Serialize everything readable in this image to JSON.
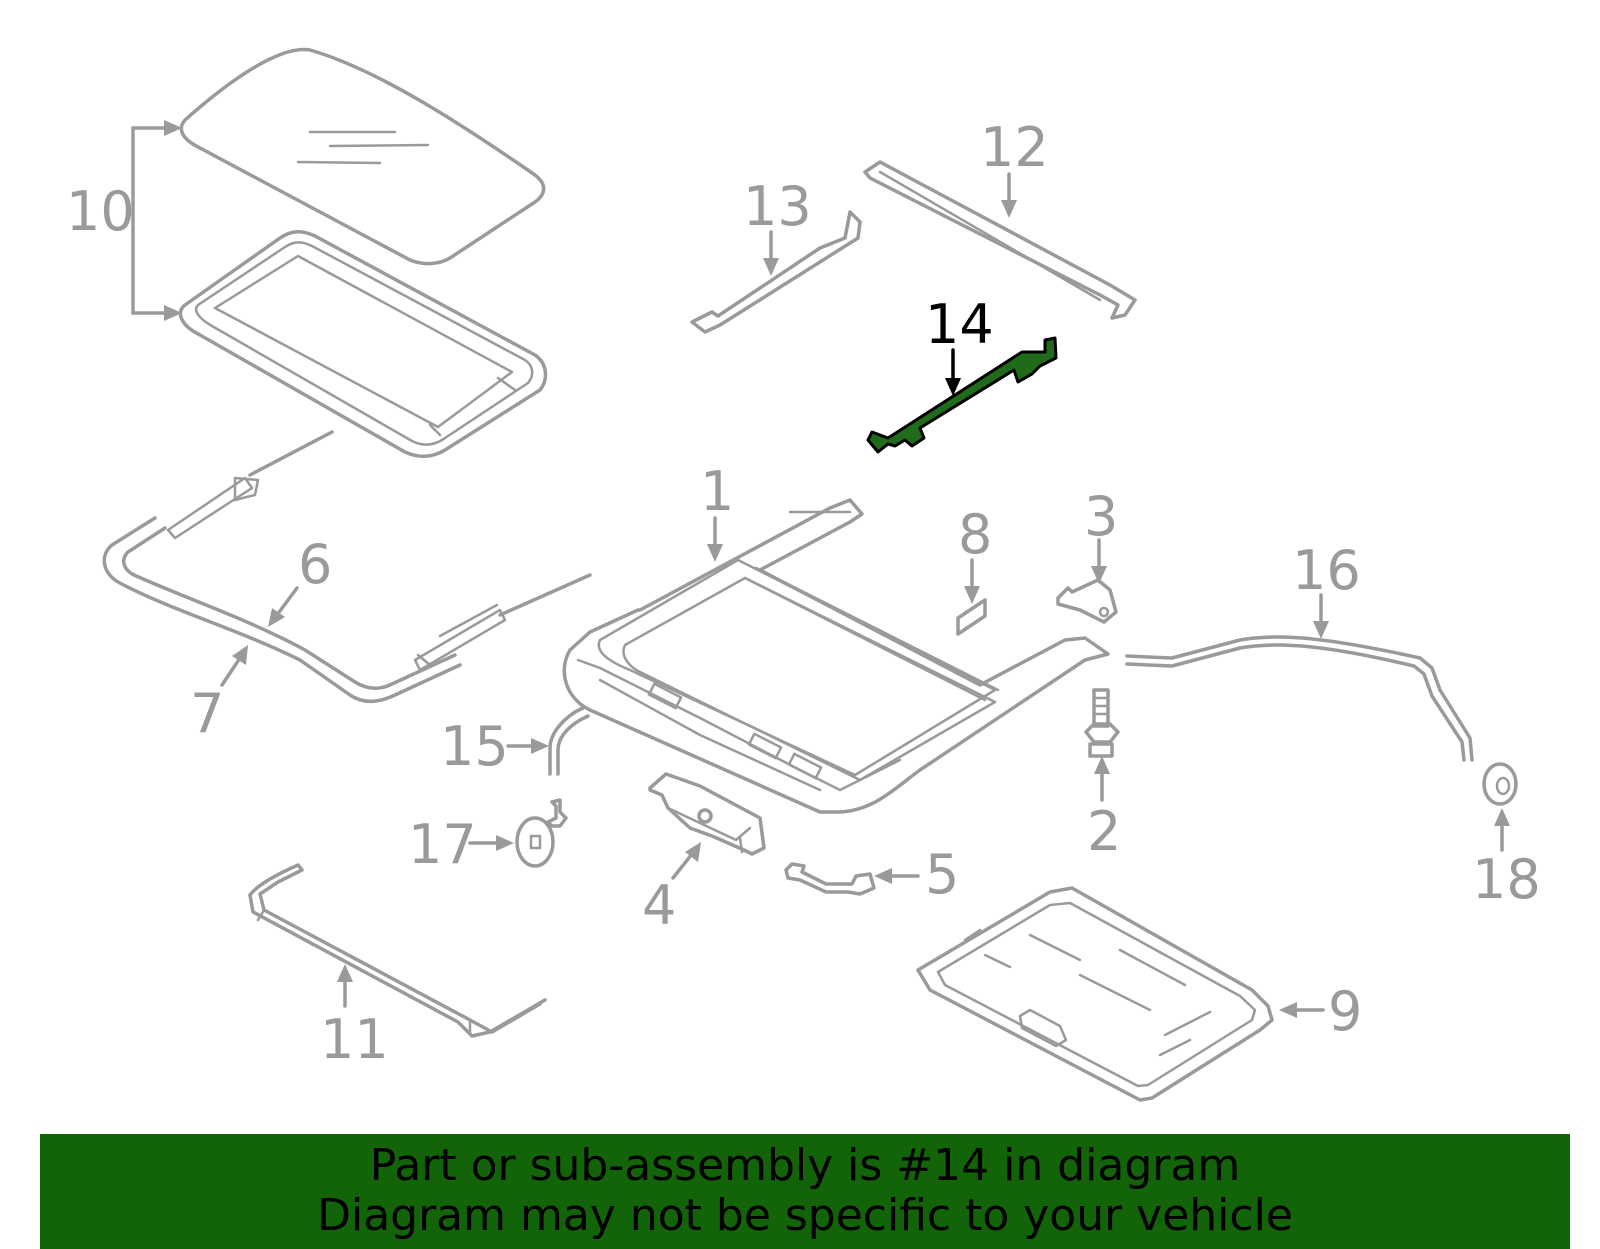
{
  "diagram": {
    "highlighted_part": "14",
    "callouts": [
      "1",
      "2",
      "3",
      "4",
      "5",
      "6",
      "7",
      "8",
      "9",
      "10",
      "11",
      "12",
      "13",
      "14",
      "15",
      "16",
      "17",
      "18"
    ]
  },
  "banner": {
    "line1": "Part or sub-assembly is #14 in diagram",
    "line2": "Diagram may not be specific to your vehicle",
    "background": "#136309"
  },
  "colors": {
    "part_stroke": "#9a9a9a",
    "highlight_fill": "#1f6b1a",
    "highlight_text": "#000000"
  }
}
